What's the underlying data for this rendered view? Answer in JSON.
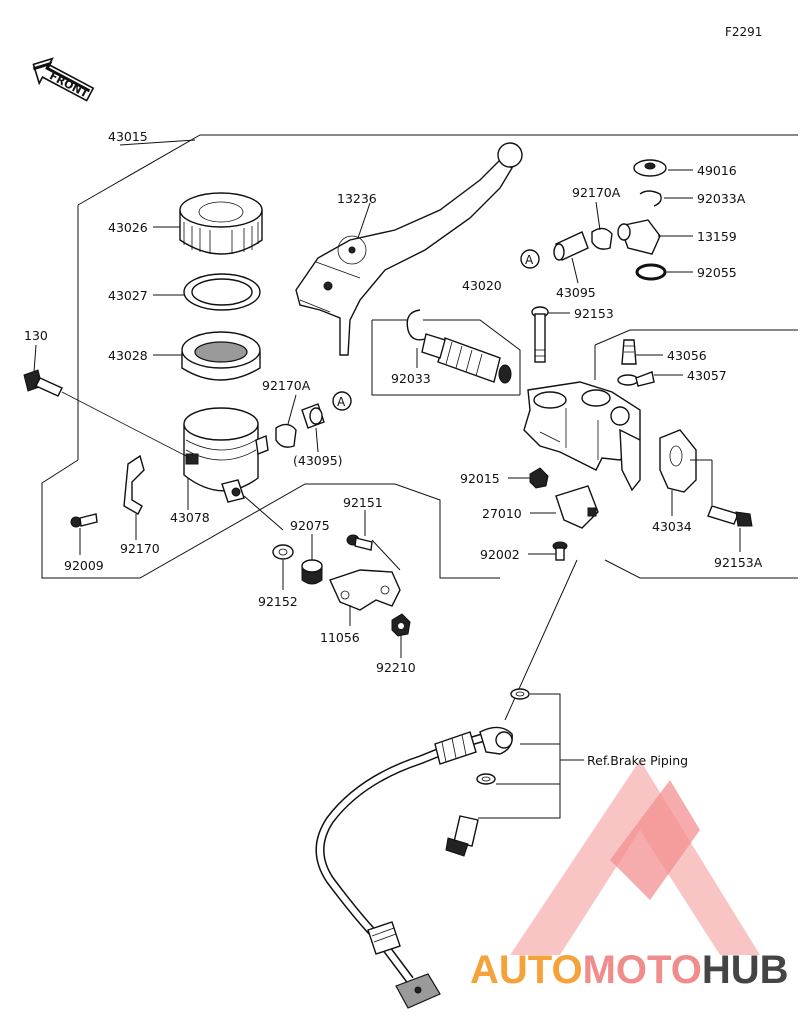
{
  "figure_code": "F2291",
  "front_label": "FRONT",
  "ref_label": "Ref.Brake Piping",
  "reference_marker": "A",
  "watermark": {
    "text_a": "AUTO",
    "text_b": "MOTO",
    "text_c": "HUB",
    "color_primary": "#f5a23a",
    "color_secondary": "#f08c8c",
    "color_dark": "#333333"
  },
  "parts": {
    "p43015": "43015",
    "p43026": "43026",
    "p43027": "43027",
    "p43028": "43028",
    "p130": "130",
    "p92170A_left": "92170A",
    "p43095_paren": "(43095)",
    "p43078": "43078",
    "p92009": "92009",
    "p92170": "92170",
    "p92151": "92151",
    "p92075": "92075",
    "p92152": "92152",
    "p11056": "11056",
    "p92210": "92210",
    "p13236": "13236",
    "p43020": "43020",
    "p92033": "92033",
    "p92170A_right": "92170A",
    "p43095": "43095",
    "p49016": "49016",
    "p92033A": "92033A",
    "p13159": "13159",
    "p92055": "92055",
    "p92153": "92153",
    "p43056": "43056",
    "p43057": "43057",
    "p92015": "92015",
    "p27010": "27010",
    "p92002": "92002",
    "p43034": "43034",
    "p92153A": "92153A"
  }
}
